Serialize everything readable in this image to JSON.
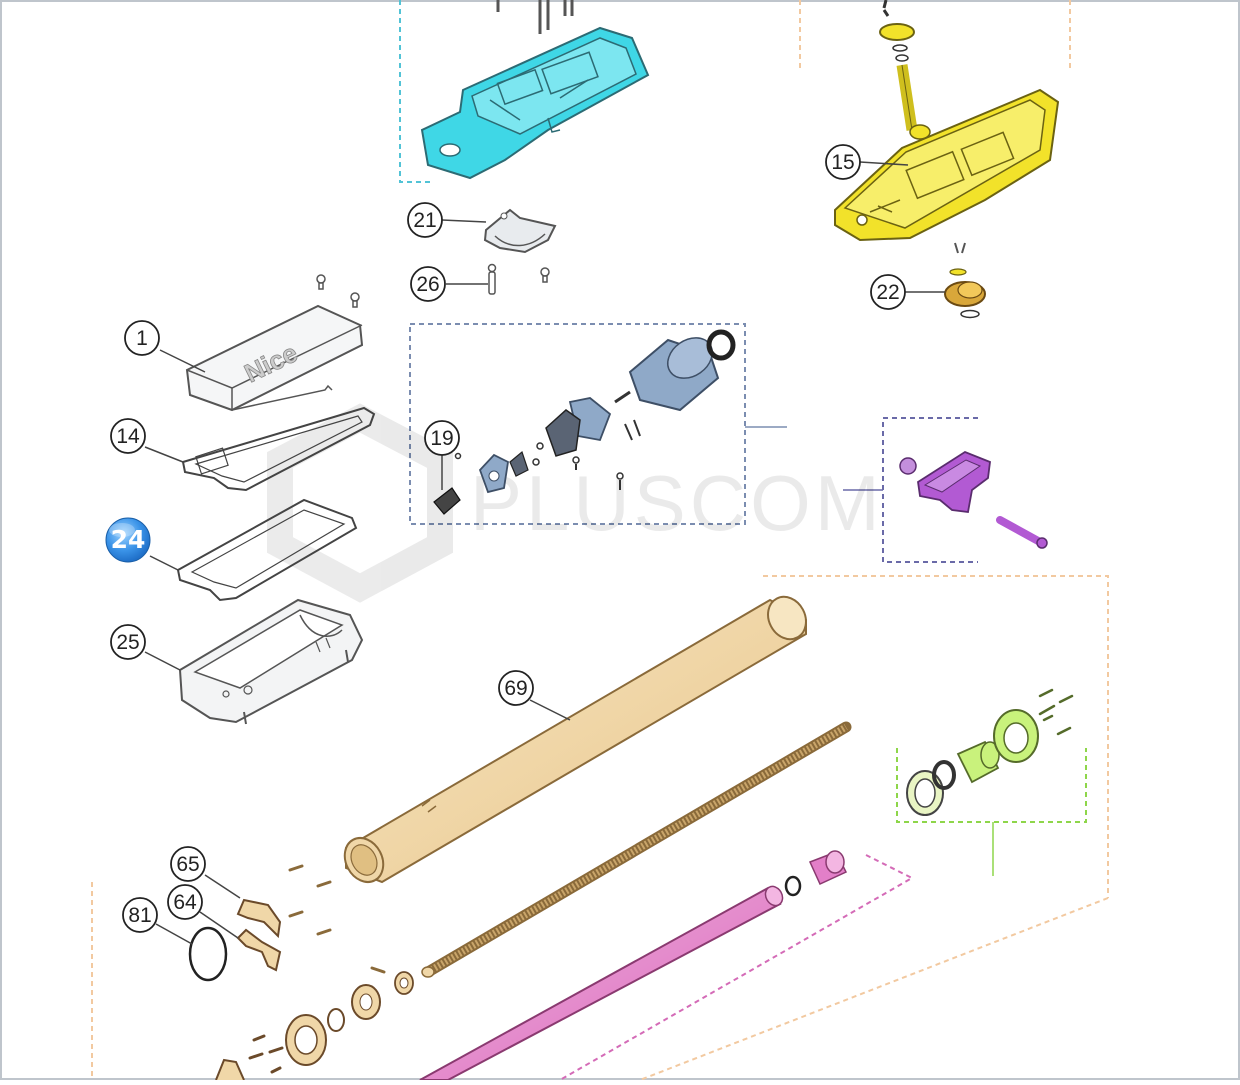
{
  "diagram": {
    "watermark": "PLUSCOM",
    "brand_logo": "Nice",
    "selected_callout": "24",
    "callouts": [
      "1",
      "14",
      "24",
      "25",
      "19",
      "21",
      "26",
      "15",
      "22",
      "69",
      "65",
      "64",
      "81"
    ]
  },
  "colors": {
    "control_unit_cover": "#3fd7e6",
    "base_housing": "#f2e22a",
    "motor_bracket": "#b25ad3",
    "outer_tube": "#f3d9a7",
    "inner_shaft": "#e27fc8",
    "front_assembly": "#c9f27c",
    "motor_body": "#8fa9c8",
    "selected_badge": "#2f8fe6"
  }
}
